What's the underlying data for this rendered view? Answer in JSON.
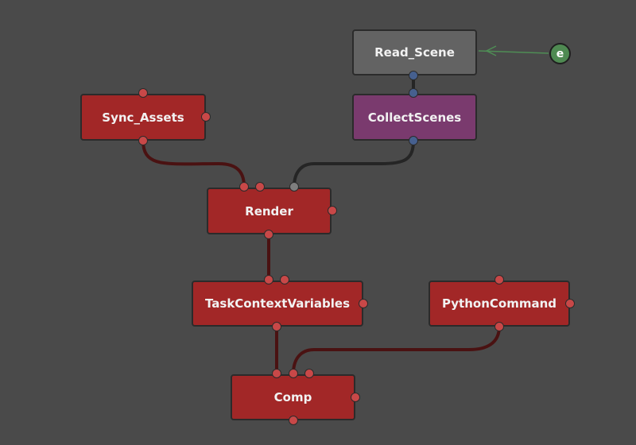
{
  "colors": {
    "background": "#4a4a4a",
    "task_node": "#a22727",
    "task_port": "#c84848",
    "read_node": "#636363",
    "collect_node": "#7a3a6e",
    "blue_port": "#46608f",
    "grey_port": "#7e7e7e",
    "red_wire": "#4a1212",
    "black_wire": "#252525",
    "green_wire": "#4f8d55",
    "endpoint": "#4f8a52"
  },
  "nodes": {
    "read_scene": {
      "label": "Read_Scene"
    },
    "collect_scenes": {
      "label": "CollectScenes"
    },
    "sync_assets": {
      "label": "Sync_Assets"
    },
    "render": {
      "label": "Render"
    },
    "task_context_variables": {
      "label": "TaskContextVariables"
    },
    "python_command": {
      "label": "PythonCommand"
    },
    "comp": {
      "label": "Comp"
    }
  },
  "endpoint": {
    "label": "e"
  }
}
